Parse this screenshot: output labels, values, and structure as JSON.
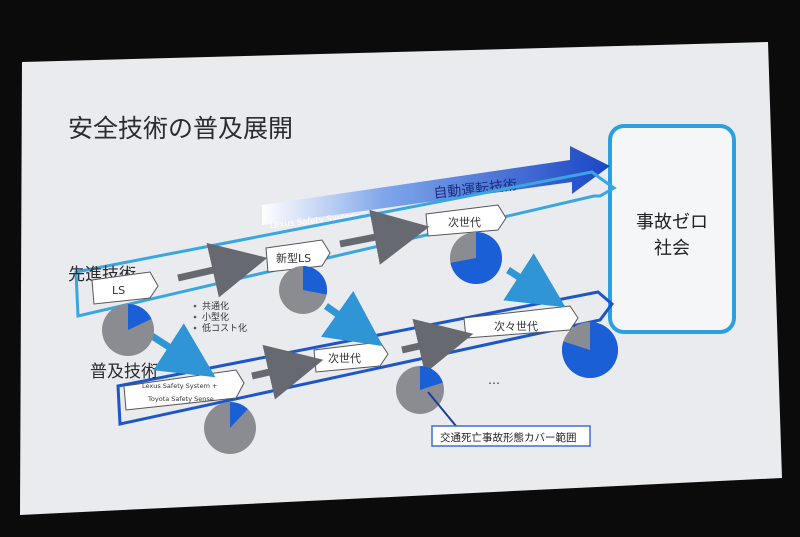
{
  "slide": {
    "title": "安全技術の普及展開",
    "goal_box": {
      "line1": "事故ゼロ",
      "line2": "社会"
    },
    "autonomous_label": "自動運転技術",
    "system_plus_a": "Lexus Safety System + A",
    "advanced": {
      "label": "先進技術",
      "stages": [
        "LS",
        "新型LS",
        "次世代"
      ]
    },
    "spread": {
      "label": "普及技術",
      "stage1_line1": "Lexus Safety System +",
      "stage1_line2": "Toyota Safety Sense",
      "stages": [
        "次世代",
        "次々世代"
      ],
      "ellipsis": "…"
    },
    "bullets": [
      "共通化",
      "小型化",
      "低コスト化"
    ],
    "legend_note": "交通死亡事故形態カバー範囲",
    "colors": {
      "slide_bg": "#e9ebee",
      "track_light": "#3aa6e0",
      "track_dark": "#1d56c9",
      "pie_blue": "#1a5fd6",
      "pie_gray": "#8a8c91",
      "arrow_gray": "#666a70",
      "diag_arrow": "#2f95d4",
      "banner_dark": "#1b46c4"
    },
    "coverage": {
      "ls": 0.18,
      "new_ls": 0.28,
      "next_adv": 0.72,
      "spread_1": 0.12,
      "spread_next": 0.2,
      "spread_next_next": 0.8
    }
  }
}
